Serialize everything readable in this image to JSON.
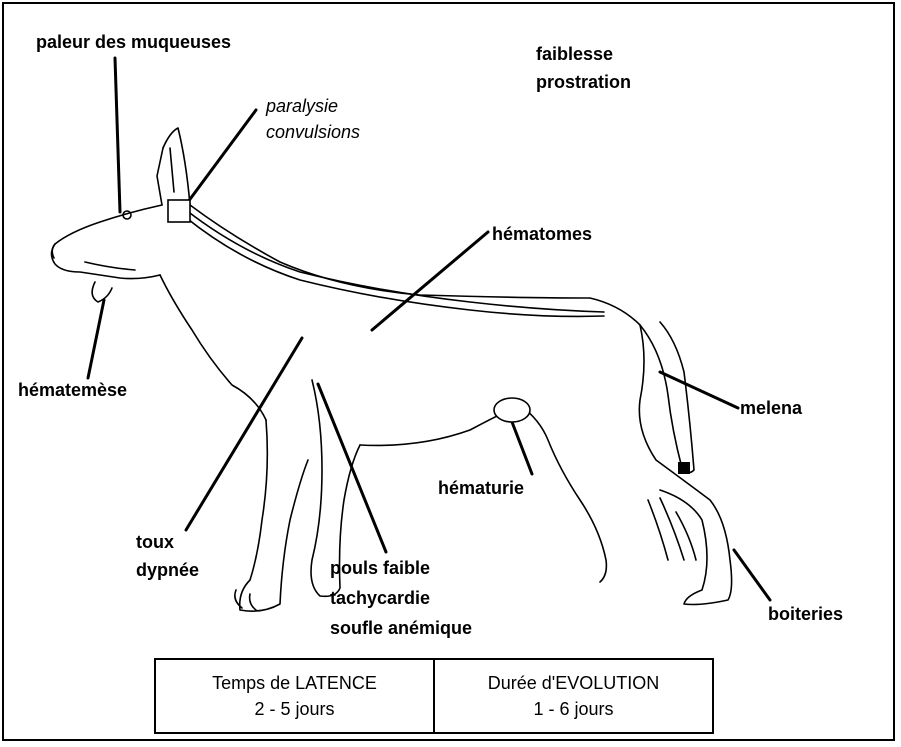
{
  "labels": {
    "paleur": "paleur des muqueuses",
    "faiblesse": "faiblesse",
    "prostration": "prostration",
    "paralysie": "paralysie",
    "convulsions": "convulsions",
    "hematomes": "hématomes",
    "hematemese": "hématemèse",
    "melena": "melena",
    "hematurie": "hématurie",
    "toux": "toux",
    "dypnee": "dypnée",
    "pouls": "pouls faible",
    "tachycardie": "tachycardie",
    "soufle": "soufle anémique",
    "boiteries": "boiteries"
  },
  "table": {
    "latence_header": "Temps de LATENCE",
    "latence_value": "2 - 5 jours",
    "evolution_header": "Durée d'EVOLUTION",
    "evolution_value": "1 - 6 jours"
  },
  "colors": {
    "ink": "#000000",
    "background": "#ffffff"
  }
}
